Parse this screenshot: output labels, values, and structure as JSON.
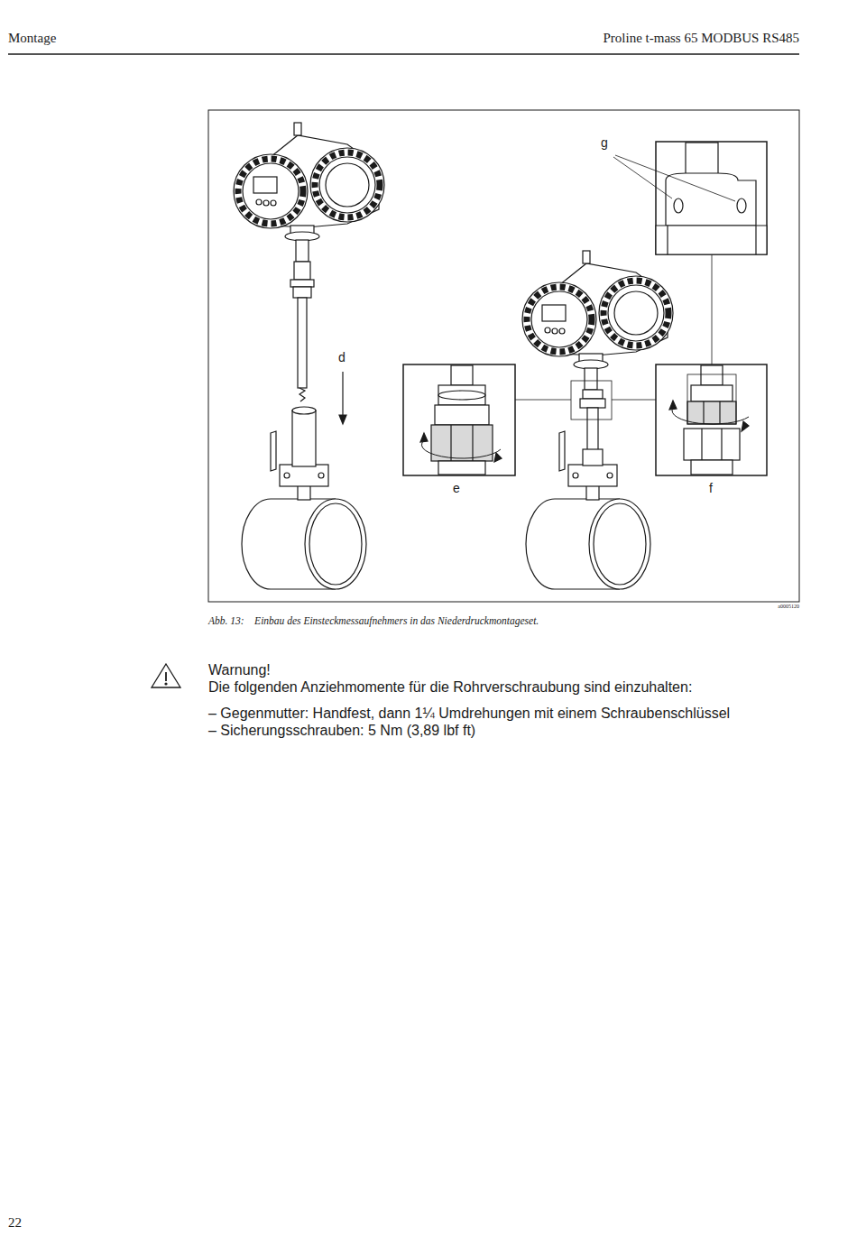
{
  "diagram": {
    "caption": "Abb. 13:    Einbau des Einsteckmessaufnehmers in das Niederdruckmontageset.",
    "labels": [
      "Montage",
      "Proline t-mass 65 MODBUS RS485",
      "g",
      "d",
      "e",
      "f",
      "a0005120",
      "Warnung!",
      "Die folgenden Anziehmomente für die Rohrverschraubung sind einzuhalten:",
      "– Gegenmutter: Handfest, dann 1¼ Umdrehungen mit einem Schraubenschlüssel",
      "– Sicherungsschrauben: 5 Nm (3,89 lbf ft)",
      "22"
    ]
  }
}
